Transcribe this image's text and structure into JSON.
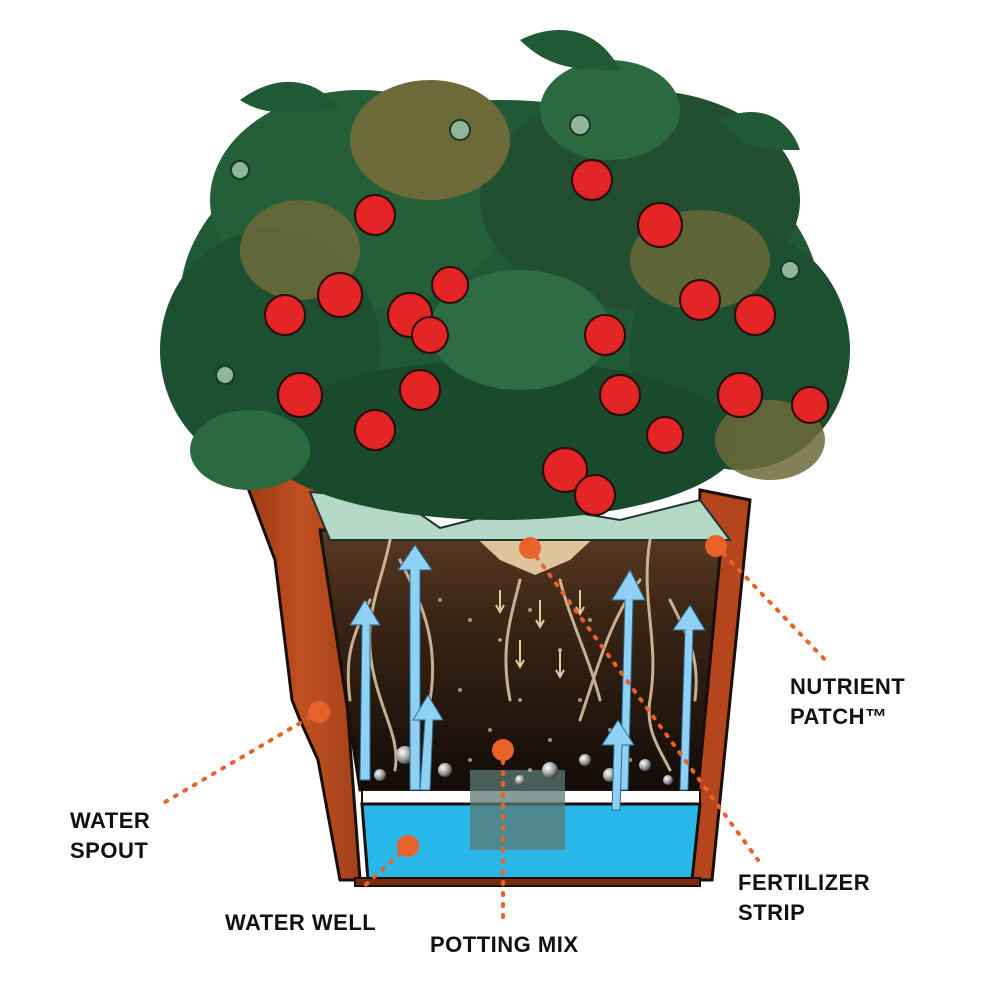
{
  "colors": {
    "marker": "#e8622a",
    "leader": "#e8622a",
    "pot": "#b4451c",
    "pot_dark": "#7a2c10",
    "soil": "#2a1a10",
    "water": "#29b6e8",
    "arrow": "#8fd0f5",
    "leaf": "#1f5a34",
    "leaf_dry": "#6d6a3a",
    "tomato": "#e42525"
  },
  "labels": {
    "nutrient_patch": {
      "line1": "NUTRIENT",
      "line2": "PATCH™"
    },
    "water_spout": {
      "line1": "WATER",
      "line2": "SPOUT"
    },
    "fertilizer_strip": {
      "line1": "FERTILIZER",
      "line2": "STRIP"
    },
    "water_well": "WATER WELL",
    "potting_mix": "POTTING MIX"
  }
}
